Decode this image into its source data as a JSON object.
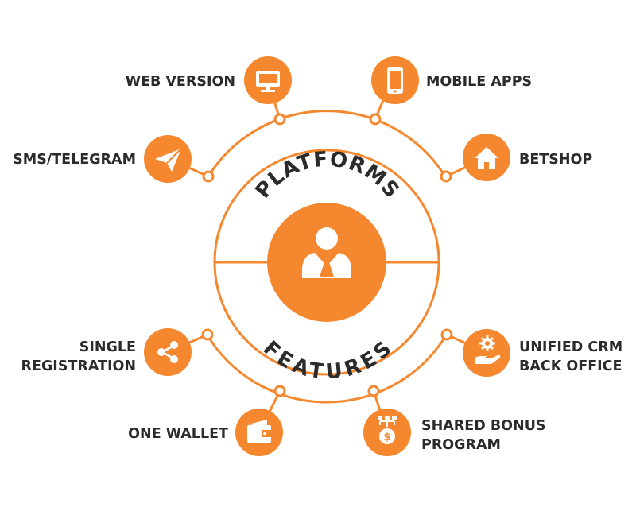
{
  "colors": {
    "accent": "#f5882e",
    "text": "#2b2b2b",
    "background": "#ffffff"
  },
  "center": {
    "top_label": "PLATFORMS",
    "bottom_label": "FEATURES",
    "icon": "user-tie-icon"
  },
  "platforms": [
    {
      "label": "WEB VERSION",
      "icon": "monitor-icon"
    },
    {
      "label": "MOBILE APPS",
      "icon": "smartphone-icon"
    },
    {
      "label": "SMS/TELEGRAM",
      "icon": "paper-plane-icon"
    },
    {
      "label": "BETSHOP",
      "icon": "house-icon"
    }
  ],
  "features": [
    {
      "label_lines": [
        "SINGLE",
        "REGISTRATION"
      ],
      "icon": "share-icon"
    },
    {
      "label_lines": [
        "UNIFIED CRM",
        "BACK OFFICE"
      ],
      "icon": "gear-hand-icon"
    },
    {
      "label_lines": [
        "ONE WALLET"
      ],
      "icon": "wallet-icon"
    },
    {
      "label_lines": [
        "SHARED BONUS",
        "PROGRAM"
      ],
      "icon": "bonus-tree-icon"
    }
  ]
}
